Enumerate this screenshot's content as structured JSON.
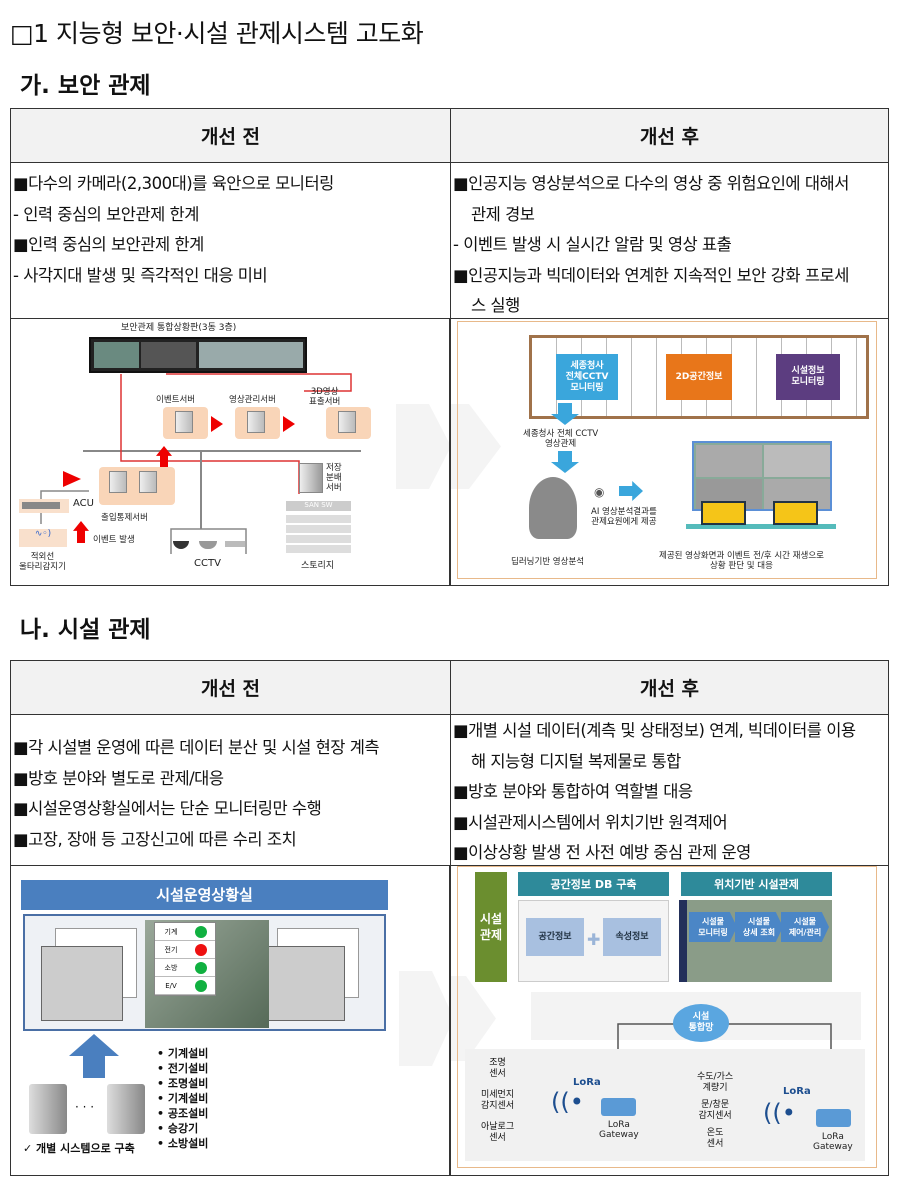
{
  "title": "□1 지능형 보안·시설 관제시스템 고도화",
  "security": {
    "heading": "가. 보안 관제",
    "before_header": "개선 전",
    "after_header": "개선 후",
    "before": [
      "■다수의 카메라(2,300대)를 육안으로 모니터링",
      "- 인력 중심의 보안관제 한계",
      "■인력 중심의 보안관제 한계",
      "- 사각지대 발생 및 즉각적인 대응 미비"
    ],
    "after": [
      "■인공지능 영상분석으로 다수의 영상 중 위험요인에 대해서",
      "관제 경보",
      "- 이벤트 발생 시 실시간 알람 및 영상 표출",
      "■인공지능과 빅데이터와 연계한 지속적인 보안 강화 프로세",
      "스 실행"
    ],
    "diagram_before": {
      "screen": "보안관제 통합상황판(3동 3층)",
      "event_server": "이벤트서버",
      "video_server": "영상관리서버",
      "display_server": "3D영상\n표출서버",
      "storage_server": "저장\n분배\n서버",
      "san": "SAN SW",
      "acu": "ACU",
      "access_server": "출입통제서버",
      "event": "이벤트 발생",
      "sensor": "적외선\n울타리감지기",
      "cctv": "CCTV",
      "storage": "스토리지"
    },
    "diagram_after": {
      "box1": "세종청사\n전체CCTV\n모니터링",
      "box2": "2D공간정보",
      "box3": "시설정보\n모니터링",
      "cctv_label": "세종청사 전체 CCTV\n영상관제",
      "ai_label": "AI 영상분석결과를\n관제요원에게 제공",
      "dl_label": "딥러닝기반 영상분석",
      "response_label": "제공된 영상화면과 이벤트 전/후 시간 재생으로\n상황 판단 및 대응"
    }
  },
  "facility": {
    "heading": "나. 시설 관제",
    "before_header": "개선 전",
    "after_header": "개선 후",
    "before": [
      "■각 시설별 운영에 따른 데이터 분산 및 시설 현장 계측",
      "■방호 분야와 별도로 관제/대응",
      "■시설운영상황실에서는 단순 모니터링만 수행",
      "■고장, 장애 등 고장신고에 따른 수리 조치"
    ],
    "after": [
      "■개별 시설 데이터(계측 및 상태정보) 연계, 빅데이터를 이용",
      "해 지능형 디지털 복제물로 통합",
      "■방호 분야와 통합하여 역할별 대응",
      "■시설관제시스템에서 위치기반 원격제어",
      "■이상상황 발생 전 사전 예방 중심 관제 운영"
    ],
    "diagram_before": {
      "room": "시설운영상황실",
      "status": [
        {
          "name": "기계",
          "color": "#10b040"
        },
        {
          "name": "전기",
          "color": "#ee1111"
        },
        {
          "name": "소방",
          "color": "#10b040"
        },
        {
          "name": "E/V",
          "color": "#10b040"
        }
      ],
      "systems": [
        "기계설비",
        "전기설비",
        "조명설비",
        "기계설비",
        "공조설비",
        "승강기",
        "소방설비"
      ],
      "note": "✓ 개별 시스템으로 구축"
    },
    "diagram_after": {
      "side": "시설\n관제",
      "db_title": "공간정보 DB 구축",
      "spatial": "공간정보",
      "attr": "속성정보",
      "loc_title": "위치기반 시설관제",
      "steps": [
        "시설물\n모니터링",
        "시설물\n상세 조회",
        "시설물\n제어/관리"
      ],
      "cloud": "시설\n통합망",
      "left_sensors": [
        "조명\n센서",
        "미세먼지\n감지센서",
        "아날로그\n센서"
      ],
      "right_sensors": [
        "수도/가스\n계량기",
        "문/창문\n감지센서",
        "온도\n센서"
      ],
      "lora": "LoRa",
      "gateway": "LoRa\nGateway"
    }
  }
}
